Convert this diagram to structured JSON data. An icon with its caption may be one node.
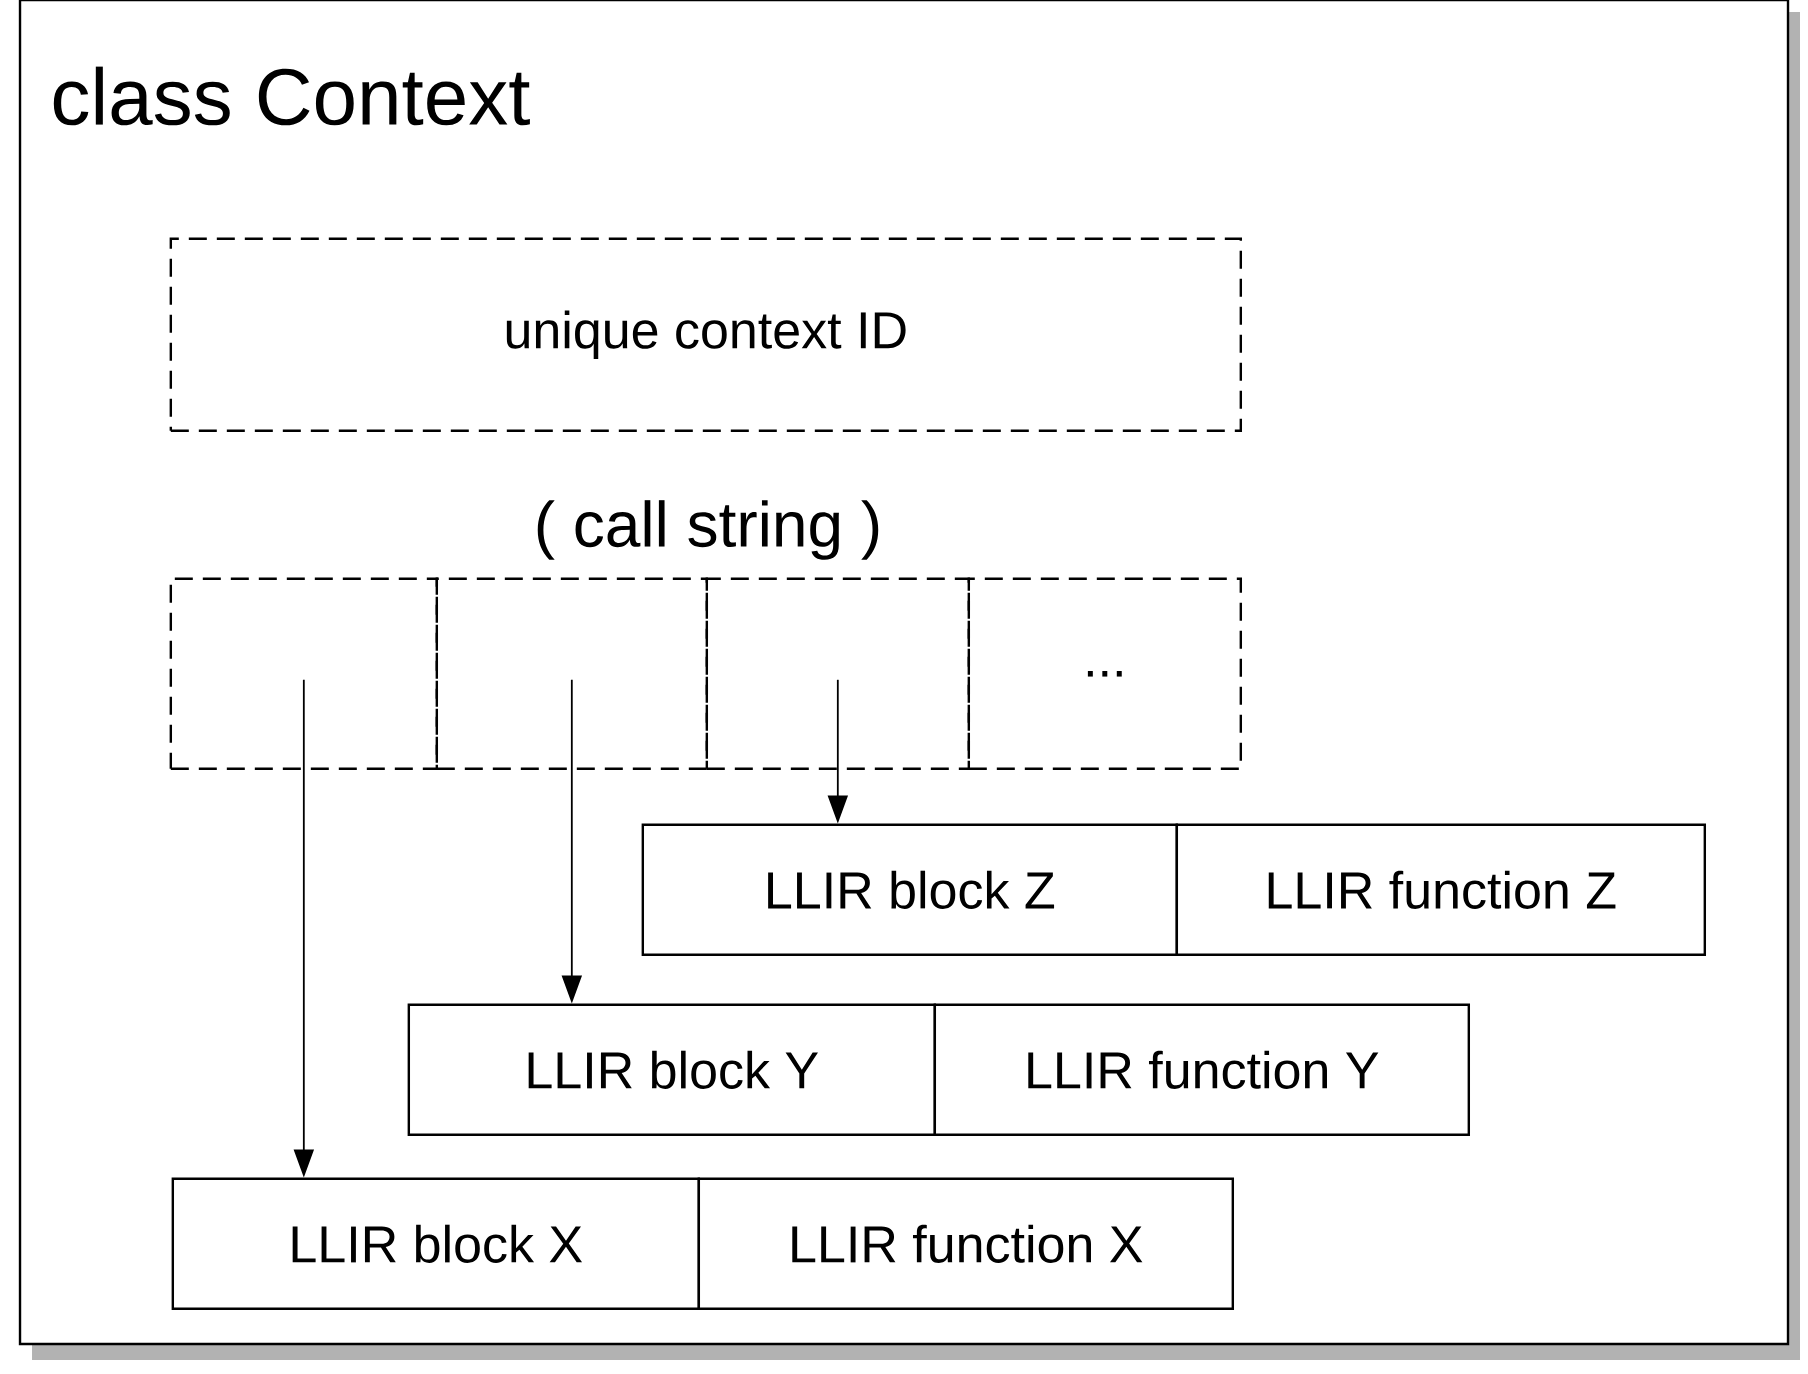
{
  "diagram": {
    "nodes": [
      {
        "text": [
          "class Context"
        ]
      },
      {
        "text": [
          "unique context ID"
        ],
        "in": 0
      },
      {
        "text": [],
        "shape": "box",
        "in": 0
      },
      {
        "text": [],
        "shape": "box",
        "in": 0
      },
      {
        "text": [],
        "shape": "box",
        "in": 0
      },
      {
        "text": [
          "..."
        ],
        "in": 0
      },
      {
        "text": [
          "LLIR block Z"
        ],
        "in": 0
      },
      {
        "text": [
          "LLIR function Z"
        ],
        "in": 0
      },
      {
        "text": [
          "LLIR block Y"
        ],
        "in": 0
      },
      {
        "text": [
          "LLIR function Y"
        ],
        "in": 0
      },
      {
        "text": [
          "LLIR block X"
        ],
        "in": 0
      },
      {
        "text": [
          "LLIR function X"
        ],
        "in": 0
      }
    ],
    "edges": [
      {
        "from": 2,
        "to": 10,
        "arrow": "to"
      },
      {
        "from": 3,
        "to": 8,
        "arrow": "to"
      },
      {
        "from": 4,
        "to": 6,
        "arrow": "to"
      }
    ],
    "labels": [
      "( call string )"
    ]
  }
}
